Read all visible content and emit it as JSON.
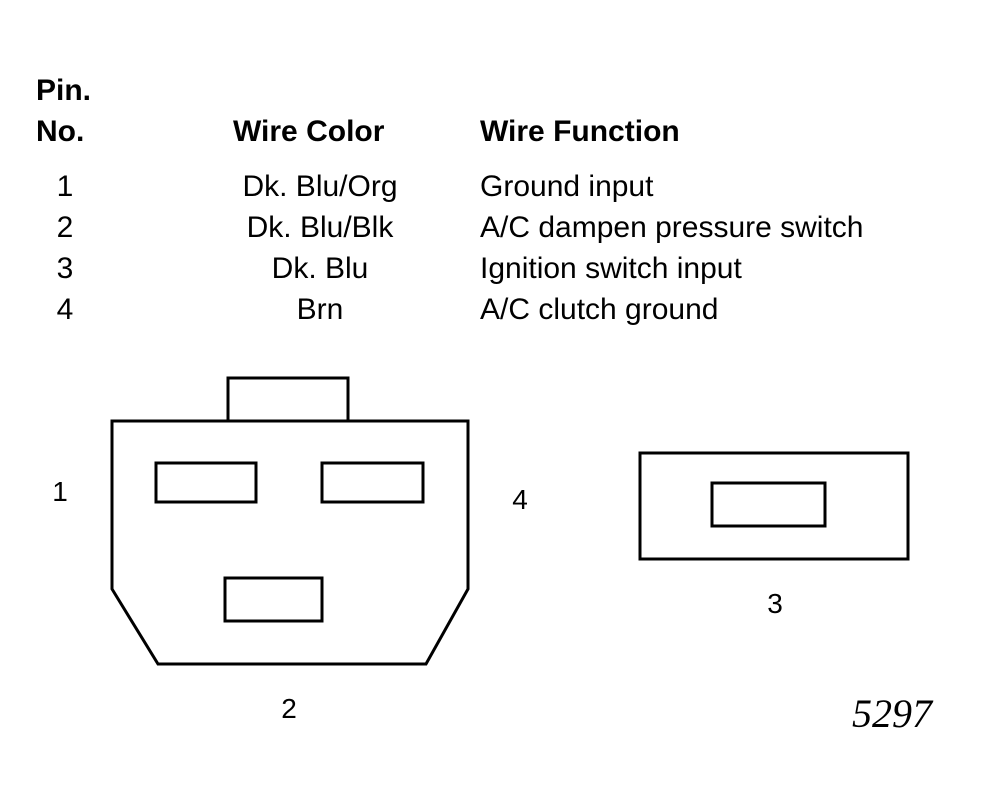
{
  "table": {
    "headers": {
      "pin_line1": "Pin.",
      "pin_line2": "No.",
      "wire_color": "Wire Color",
      "wire_function": "Wire Function"
    },
    "rows": [
      {
        "pin": "1",
        "color": "Dk. Blu/Org",
        "function": "Ground input"
      },
      {
        "pin": "2",
        "color": "Dk. Blu/Blk",
        "function": "A/C dampen pressure switch"
      },
      {
        "pin": "3",
        "color": "Dk. Blu",
        "function": "Ignition switch input"
      },
      {
        "pin": "4",
        "color": "Brn",
        "function": "A/C clutch ground"
      }
    ]
  },
  "diagram": {
    "pin_labels": {
      "pin1": "1",
      "pin2": "2",
      "pin3": "3",
      "pin4": "4"
    },
    "figure_number": "5297"
  }
}
